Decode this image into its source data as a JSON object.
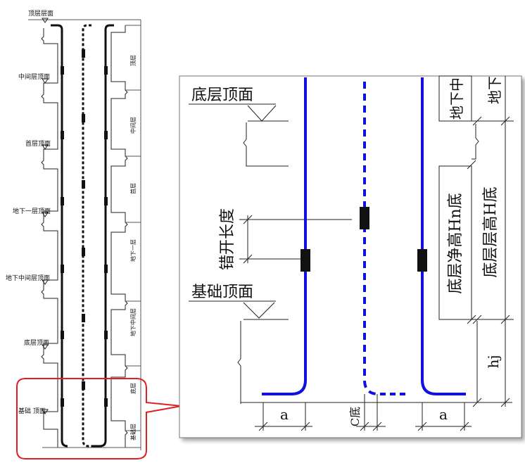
{
  "overview": {
    "floor_labels": [
      "顶层层面",
      "中间层顶面",
      "首层顶面",
      "地下一层顶面",
      "地下中间层顶面",
      "底层顶面",
      "基础 顶面"
    ],
    "story_labels": [
      "顶层",
      "中间层",
      "首层",
      "地下一层",
      "地下中间层",
      "底层",
      "基础层"
    ]
  },
  "detail": {
    "bottom_top_label": "底层顶面",
    "foundation_top_label": "基础顶面",
    "stagger_label": "错开长度",
    "clear_height_label": "底层净高Hn底",
    "story_height_label": "底层层高H底",
    "underground_label_1": "地下中",
    "underground_label_2": "地下",
    "hj_label": "hj",
    "a_left": "a",
    "a_right": "a",
    "c_label": "C底"
  },
  "colors": {
    "rebar": "#1010e0",
    "callout": "#e02020",
    "line": "#222222"
  }
}
